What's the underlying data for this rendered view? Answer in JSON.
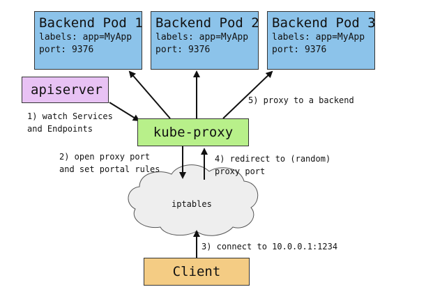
{
  "pods": [
    {
      "title": "Backend Pod 1",
      "labels": "labels: app=MyApp",
      "port": "port: 9376"
    },
    {
      "title": "Backend Pod 2",
      "labels": "labels: app=MyApp",
      "port": "port: 9376"
    },
    {
      "title": "Backend Pod 3",
      "labels": "labels: app=MyApp",
      "port": "port: 9376"
    }
  ],
  "nodes": {
    "apiserver": "apiserver",
    "kube_proxy": "kube-proxy",
    "iptables": "iptables",
    "client": "Client"
  },
  "steps": {
    "watch_1": "1) watch Services",
    "watch_2": "and Endpoints",
    "open_1": "2) open proxy port",
    "open_2": "and set portal rules",
    "connect": "3) connect to 10.0.0.1:1234",
    "redirect_1": "4) redirect to (random)",
    "redirect_2": "proxy port",
    "proxy": "5) proxy to a backend"
  },
  "colors": {
    "pod": "#8cc3ea",
    "apiserver": "#e8c2f4",
    "kube_proxy": "#b8f08a",
    "client": "#f4cc84",
    "cloud": "#eeeeee"
  }
}
